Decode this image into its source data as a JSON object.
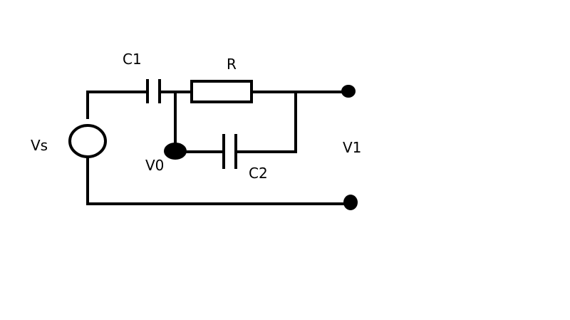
{
  "labels": {
    "c1": "C1",
    "r": "R",
    "vs": "Vs",
    "v0": "V0",
    "c2": "C2",
    "v1": "V1"
  },
  "colors": {
    "ink": "#000000",
    "background": "#ffffff"
  }
}
